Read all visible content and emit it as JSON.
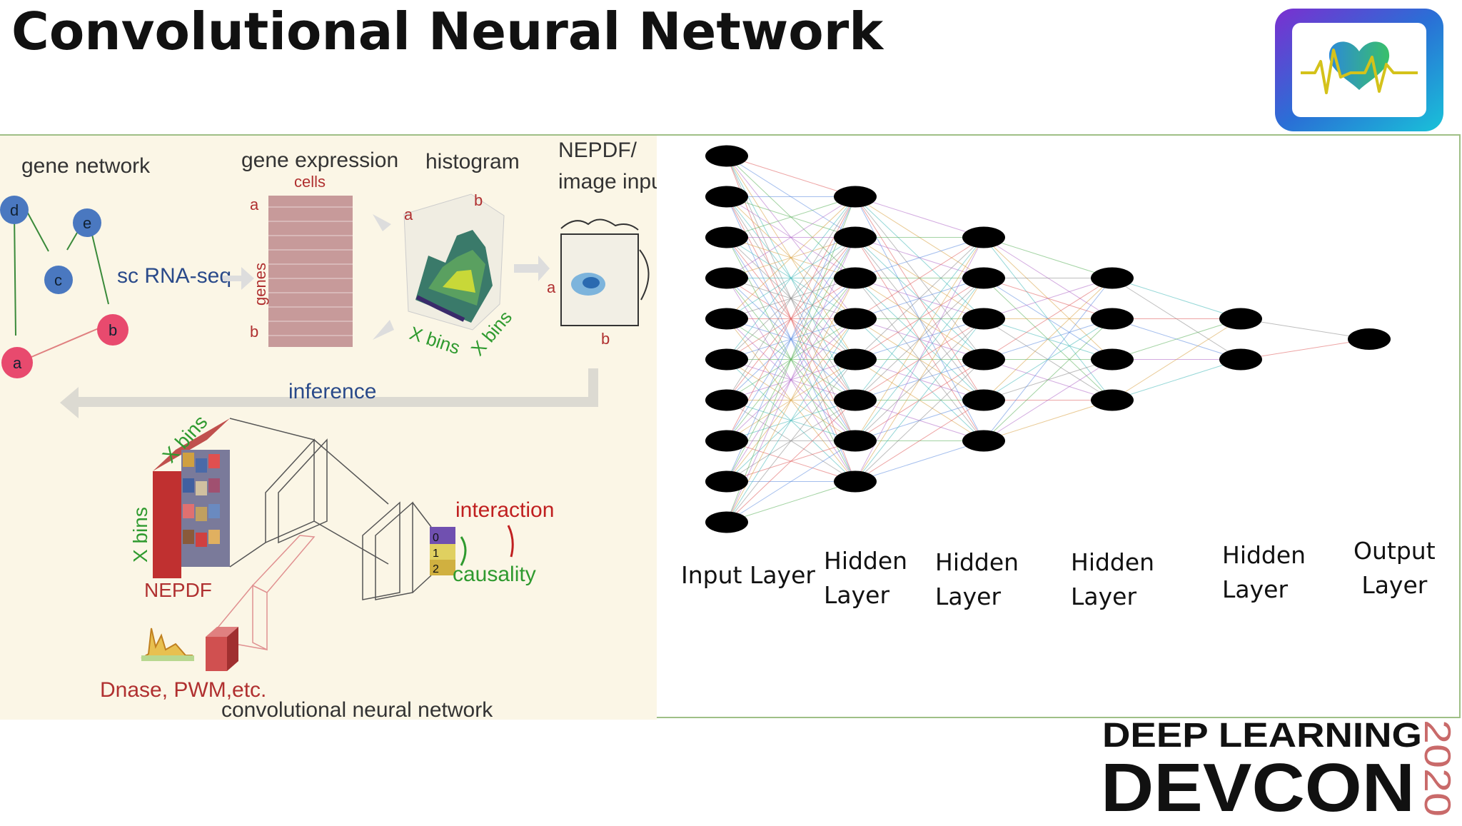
{
  "title": "Convolutional Neural Network",
  "left_figure": {
    "gene_network": "gene network",
    "gene_expression": "gene expression",
    "cells": "cells",
    "genes": "genes",
    "histogram": "histogram",
    "nepdf_image": [
      "NEPDF/",
      "image input"
    ],
    "sc_rna_seq": "sc RNA-seq",
    "inference": "inference",
    "x_bins": "X bins",
    "nepdf": "NEPDF",
    "interaction": "interaction",
    "causality": "causality",
    "dnase": "Dnase, PWM,etc.",
    "cnn": "convolutional neural network",
    "node_labels": [
      "d",
      "e",
      "c",
      "b",
      "a"
    ],
    "axis_a": "a",
    "axis_b": "b",
    "out_labels": [
      "0",
      "1",
      "2"
    ],
    "colors": {
      "accent_green": "#2f9a2f",
      "node_blue": "#4a78c0",
      "node_pink": "#e84a6e",
      "red_text": "#b03030"
    }
  },
  "network": {
    "layers": [
      {
        "nodes": 10,
        "label": [
          "Input Layer"
        ]
      },
      {
        "nodes": 8,
        "label": [
          "Hidden",
          "Layer"
        ]
      },
      {
        "nodes": 6,
        "label": [
          "Hidden",
          "Layer"
        ]
      },
      {
        "nodes": 4,
        "label": [
          "Hidden",
          "Layer"
        ]
      },
      {
        "nodes": 2,
        "label": [
          "Hidden",
          "Layer"
        ]
      },
      {
        "nodes": 1,
        "label": [
          "Output",
          "Layer"
        ]
      }
    ],
    "edge_colors": [
      "#e05a5a",
      "#5a8ae0",
      "#58b058",
      "#b068c8",
      "#d8a040",
      "#40b8b8",
      "#888888"
    ]
  },
  "branding": {
    "line1": "DEEP LEARNING",
    "line2": "DEVCON",
    "year": "2020",
    "colors": {
      "year": "#c96a6a",
      "text": "#111111"
    }
  }
}
